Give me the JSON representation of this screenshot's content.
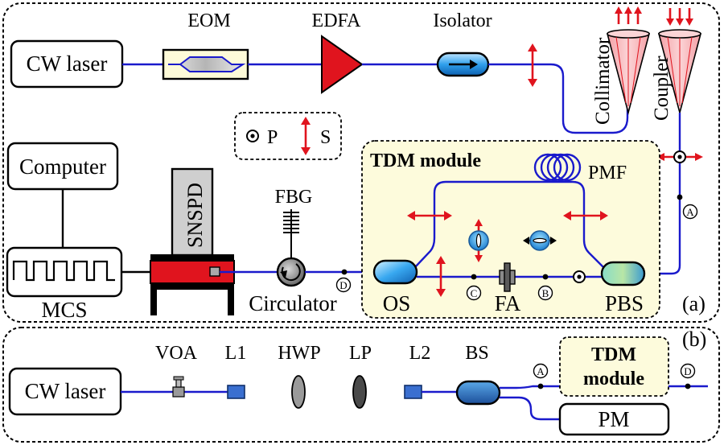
{
  "panel_a": {
    "label": "(a)",
    "components": {
      "cw_laser": "CW laser",
      "eom": "EOM",
      "edfa": "EDFA",
      "isolator": "Isolator",
      "collimator": "Collimator",
      "coupler": "Coupler",
      "computer": "Computer",
      "mcs": "MCS",
      "snspd": "SNSPD",
      "fbg": "FBG",
      "circulator": "Circulator"
    },
    "polarization_legend": {
      "p": "P",
      "s": "S"
    },
    "tdm_module": {
      "title": "TDM module",
      "pmf": "PMF",
      "os": "OS",
      "fa": "FA",
      "pbs": "PBS"
    },
    "points": {
      "a": "A",
      "b": "B",
      "c": "C",
      "d": "D"
    }
  },
  "panel_b": {
    "label": "(b)",
    "components": {
      "cw_laser": "CW laser",
      "voa": "VOA",
      "l1": "L1",
      "hwp": "HWP",
      "lp": "LP",
      "l2": "L2",
      "bs": "BS",
      "tdm_line1": "TDM",
      "tdm_line2": "module",
      "pm": "PM"
    },
    "points": {
      "a": "A",
      "d": "D"
    }
  },
  "colors": {
    "fiber": "#1a1acc",
    "arrow": "#e0141e",
    "tdm_fill": "#fdfbdc",
    "snspd_red": "#e0141e",
    "edfa_red": "#e0141e"
  }
}
